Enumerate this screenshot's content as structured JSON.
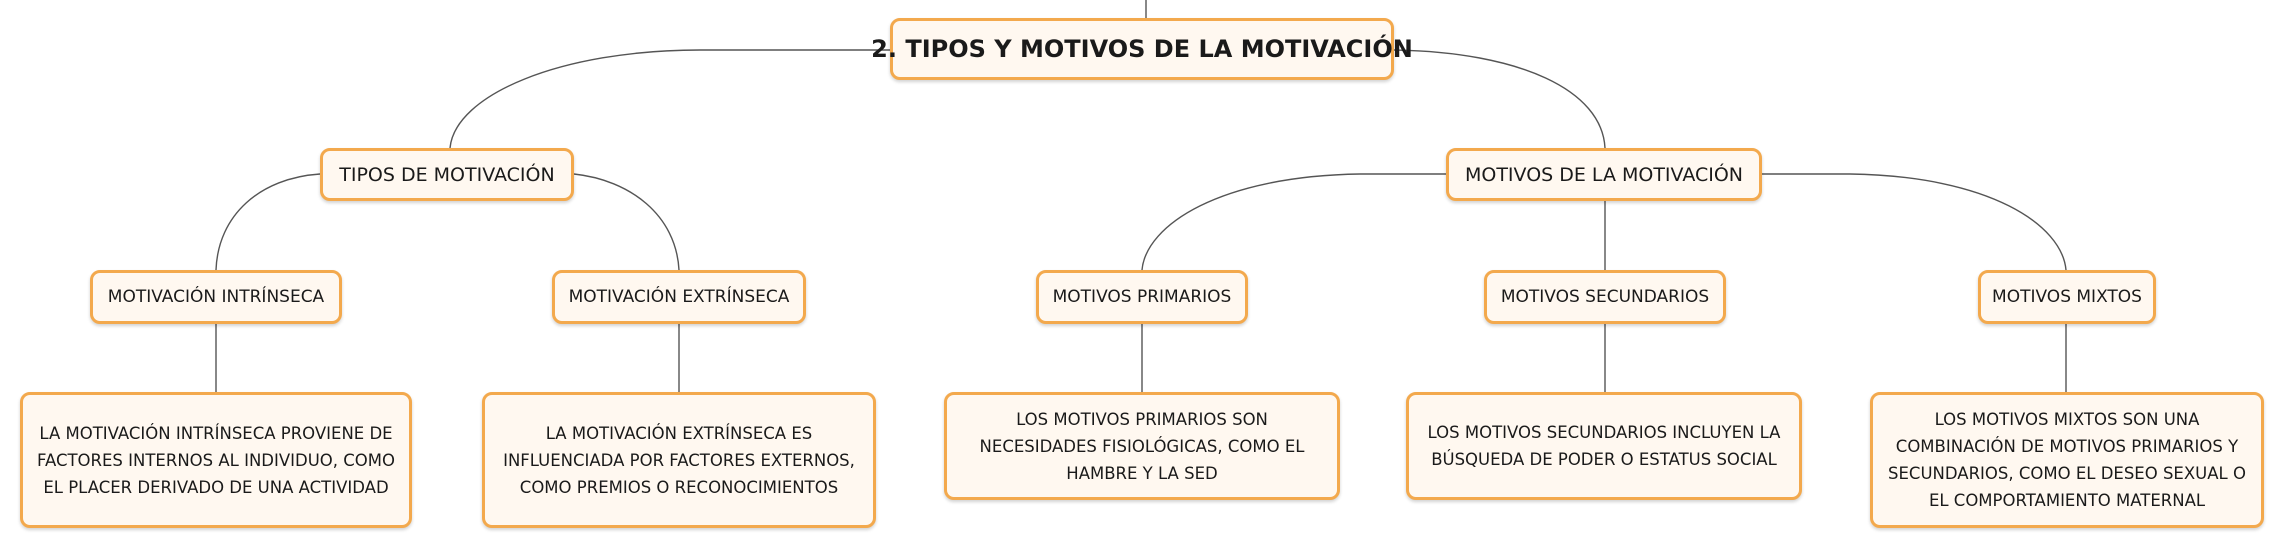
{
  "root": {
    "label": "2. TIPOS Y MOTIVOS DE LA MOTIVACIÓN"
  },
  "branches": [
    {
      "label": "TIPOS DE MOTIVACIÓN",
      "children": [
        {
          "label": "MOTIVACIÓN INTRÍNSECA",
          "detail": "LA MOTIVACIÓN INTRÍNSECA PROVIENE DE FACTORES INTERNOS AL INDIVIDUO, COMO EL PLACER DERIVADO DE UNA ACTIVIDAD"
        },
        {
          "label": "MOTIVACIÓN EXTRÍNSECA",
          "detail": "LA MOTIVACIÓN EXTRÍNSECA ES INFLUENCIADA POR FACTORES EXTERNOS, COMO PREMIOS O RECONOCIMIENTOS"
        }
      ]
    },
    {
      "label": "MOTIVOS DE LA MOTIVACIÓN",
      "children": [
        {
          "label": "MOTIVOS PRIMARIOS",
          "detail": "LOS MOTIVOS PRIMARIOS SON NECESIDADES FISIOLÓGICAS, COMO EL HAMBRE Y LA SED"
        },
        {
          "label": "MOTIVOS SECUNDARIOS",
          "detail": "LOS MOTIVOS SECUNDARIOS INCLUYEN LA BÚSQUEDA DE PODER O ESTATUS SOCIAL"
        },
        {
          "label": "MOTIVOS MIXTOS",
          "detail": "LOS MOTIVOS MIXTOS SON UNA COMBINACIÓN DE MOTIVOS PRIMARIOS Y SECUNDARIOS, COMO EL DESEO SEXUAL O EL COMPORTAMIENTO MATERNAL"
        }
      ]
    }
  ],
  "colors": {
    "node_border": "#f3a94d",
    "node_fill": "#fff8f0",
    "connector": "#555555"
  }
}
